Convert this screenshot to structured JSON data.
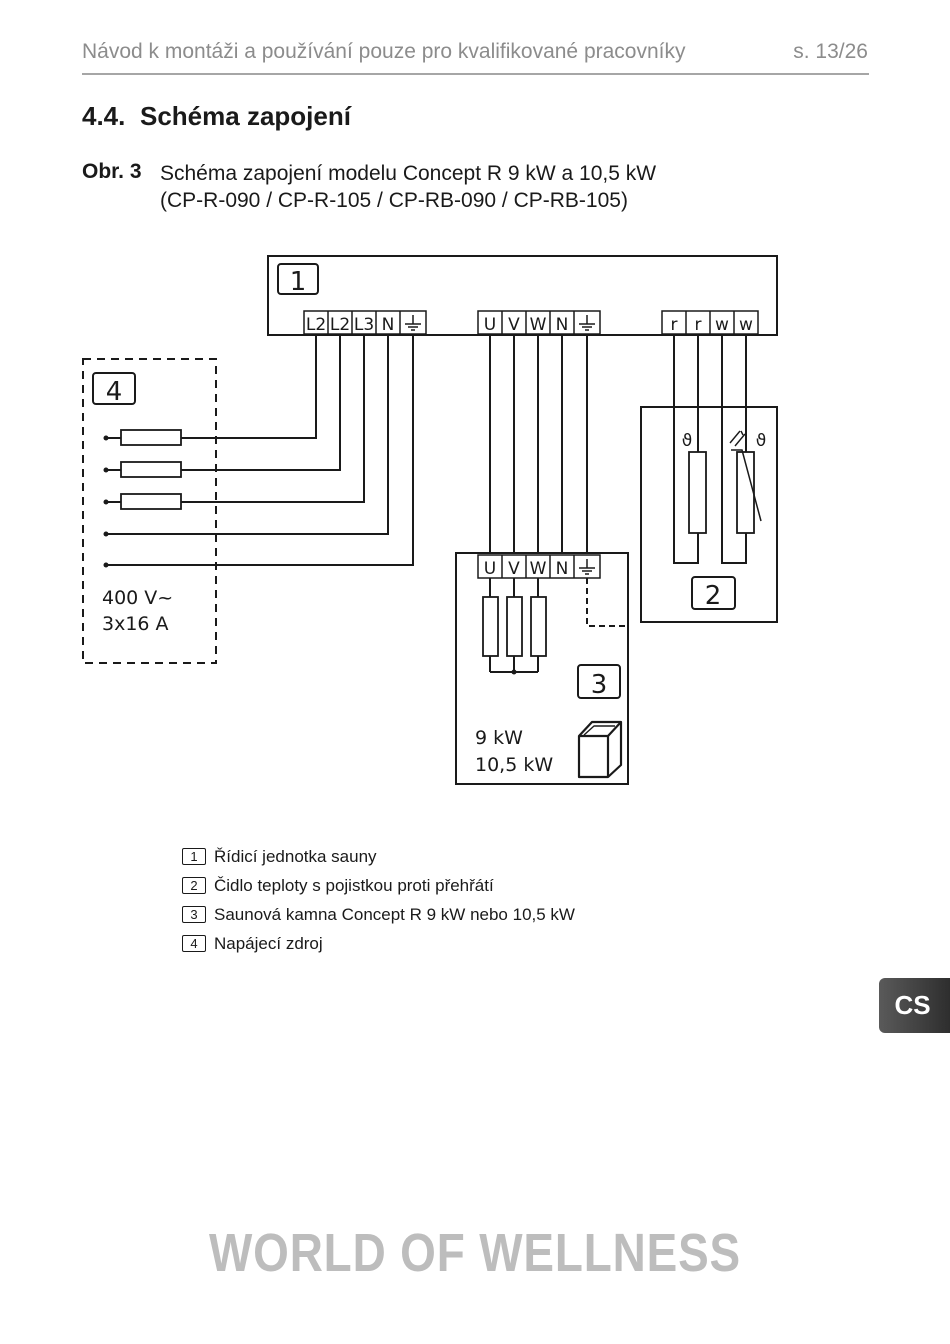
{
  "header": {
    "text": "Návod k montáži a používání pouze pro kvalifikované pracovníky",
    "page": "s. 13/26"
  },
  "section": {
    "number": "4.4.",
    "title": "Schéma zapojení"
  },
  "figure": {
    "label": "Obr. 3",
    "caption_line1": "Schéma zapojení modelu Concept R 9 kW a 10,5 kW",
    "caption_line2": "(CP-R-090 / CP-R-105 / CP-RB-090 / CP-RB-105)"
  },
  "diagram": {
    "box1_num": "1",
    "box2_num": "2",
    "box3_num": "3",
    "box4_num": "4",
    "terminals_supply": [
      "L2",
      "L2",
      "L3",
      "N"
    ],
    "terminals_heater": [
      "U",
      "V",
      "W",
      "N"
    ],
    "terminals_sensor": [
      "r",
      "r",
      "w",
      "w"
    ],
    "supply_voltage": "400 V~",
    "supply_current": "3x16 A",
    "power_1": "9 kW",
    "power_2": "10,5 kW",
    "theta_symbol": "ϑ"
  },
  "legend": [
    {
      "num": "1",
      "text": "Řídicí jednotka sauny"
    },
    {
      "num": "2",
      "text": "Čidlo teploty s pojistkou proti přehřátí"
    },
    {
      "num": "3",
      "text": "Saunová kamna Concept R 9 kW nebo 10,5 kW"
    },
    {
      "num": "4",
      "text": "Napájecí zdroj"
    }
  ],
  "language_tab": "CS",
  "footer": {
    "brand": "WORLD OF WELLNESS"
  }
}
